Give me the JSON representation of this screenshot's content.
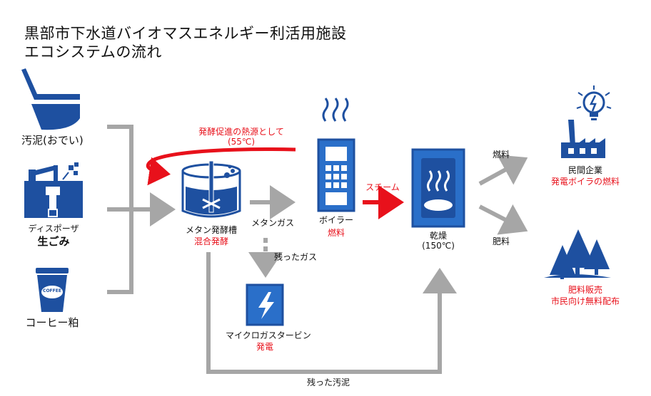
{
  "title": {
    "line1": "黒部市下水道バイオマスエネルギー利活用施設",
    "line2": "エコシステムの流れ"
  },
  "inputs": {
    "sludge": "汚泥(おでい)",
    "disposer_line1": "ディスポーザ",
    "disposer_line2": "生ごみ",
    "coffee": "コーヒー粕",
    "coffee_cup_text": "COFFEE"
  },
  "digester": {
    "name": "メタン発酵槽",
    "sub": "混合発酵"
  },
  "heat_return": {
    "line1": "発酵促進の熱源として",
    "line2": "(55℃)"
  },
  "methane_gas": "メタンガス",
  "boiler": {
    "name": "ボイラー",
    "sub": "燃料"
  },
  "steam": "スチーム",
  "dryer": {
    "name": "乾燥",
    "sub": "(150℃)"
  },
  "leftover_gas": "残ったガス",
  "turbine": {
    "name": "マイクロガスタービン",
    "sub": "発電"
  },
  "leftover_sludge": "残った汚泥",
  "fuel_label": "燃料",
  "fertilizer_label": "肥料",
  "company": {
    "name": "民間企業",
    "sub": "発電ボイラの燃料"
  },
  "fertilizer_sale": {
    "name": "肥料販売",
    "sub": "市民向け無料配布"
  },
  "colors": {
    "blue": "#1e50a0",
    "blue_light": "#2a6fc9",
    "gray_arrow": "#a6a6a6",
    "red": "#e8111b"
  }
}
